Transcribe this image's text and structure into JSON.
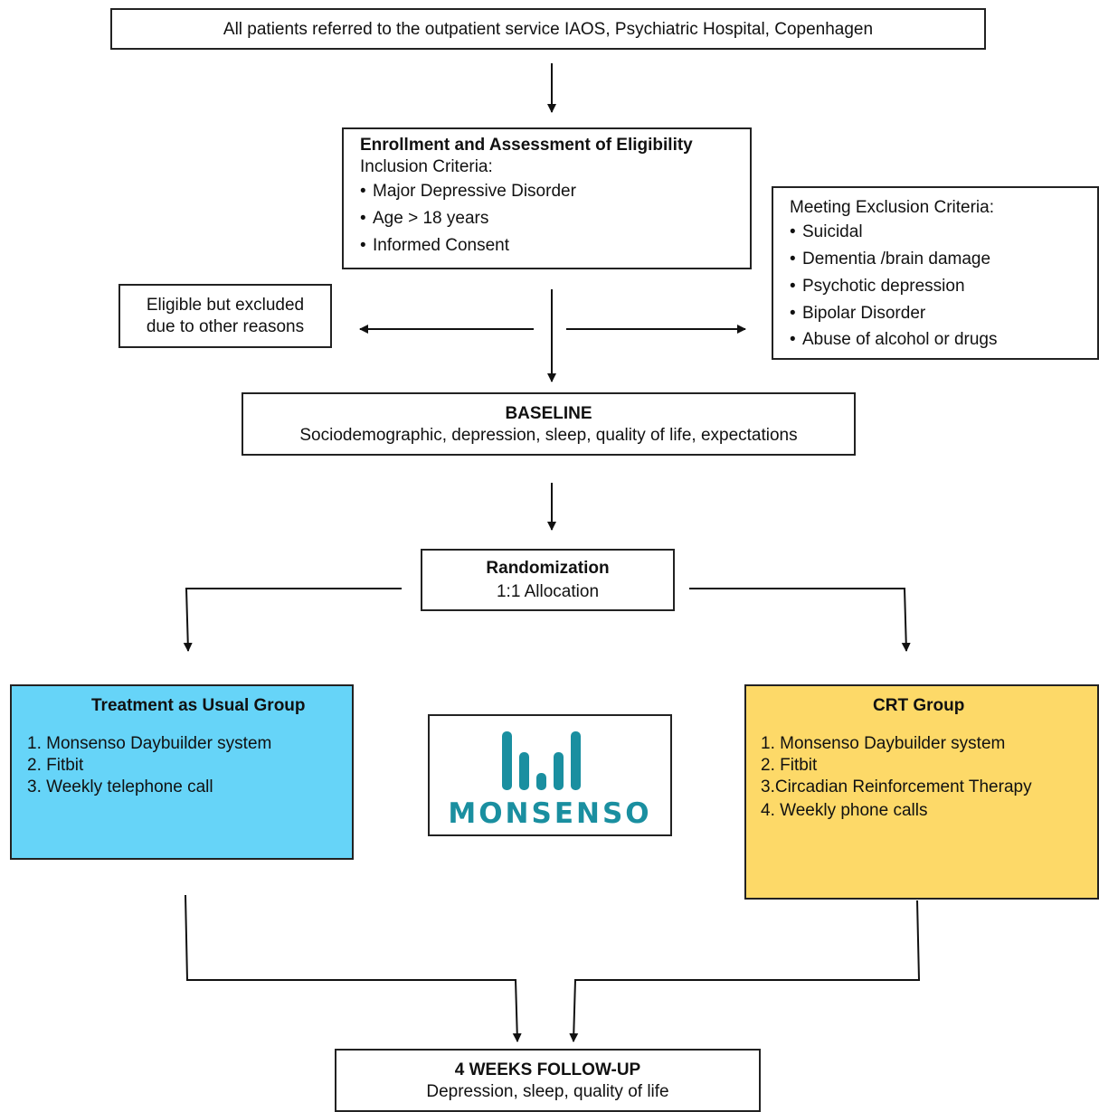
{
  "top": {
    "text": "All patients referred to the outpatient service IAOS, Psychiatric Hospital, Copenhagen"
  },
  "enrollment": {
    "title": "Enrollment and Assessment of Eligibility",
    "subtitle": "Inclusion Criteria:",
    "items": [
      "Major Depressive Disorder",
      "Age > 18 years",
      "Informed Consent"
    ]
  },
  "exclusion": {
    "title": "Meeting Exclusion Criteria:",
    "items": [
      "Suicidal",
      "Dementia /brain damage",
      "Psychotic depression",
      "Bipolar Disorder",
      "Abuse of alcohol or drugs"
    ]
  },
  "excluded_other": {
    "line1": "Eligible but excluded",
    "line2": "due to other reasons"
  },
  "baseline": {
    "title": "BASELINE",
    "text": "Sociodemographic, depression, sleep, quality of life, expectations"
  },
  "randomization": {
    "title": "Randomization",
    "text": "1:1 Allocation"
  },
  "tau_group": {
    "title": "Treatment as Usual Group",
    "items": [
      "1. Monsenso Daybuilder system",
      "2. Fitbit",
      "3. Weekly telephone call"
    ],
    "color": "#66d4f8"
  },
  "crt_group": {
    "title": "CRT Group",
    "items": [
      "1. Monsenso Daybuilder system",
      "2. Fitbit",
      "3.Circadian Reinforcement Therapy",
      "4. Weekly phone calls"
    ],
    "color": "#fdd968"
  },
  "logo": {
    "text": "MONSENSO",
    "icon": "monsenso-bars-logo",
    "color": "#1a8fa0"
  },
  "followup": {
    "title": "4 WEEKS FOLLOW-UP",
    "text": "Depression, sleep, quality of life"
  }
}
